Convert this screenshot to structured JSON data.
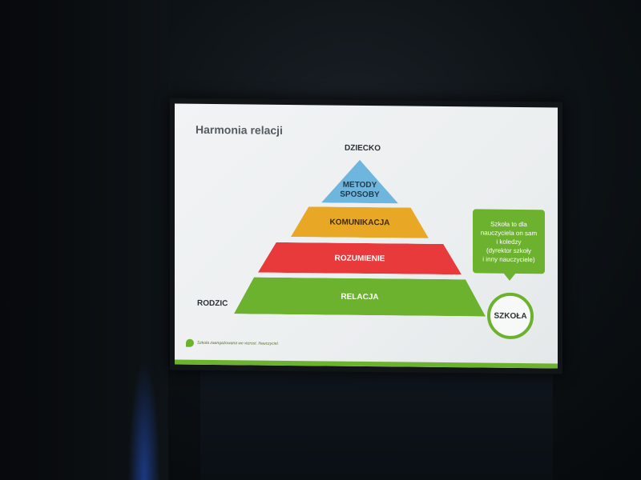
{
  "slide": {
    "title": "Harmonia relacji",
    "apex_label": "DZIECKO",
    "base_label": "RODZIC",
    "pyramid": {
      "methods_line1": "METODY",
      "methods_line2": "SPOSOBY",
      "communication": "KOMUNIKACJA",
      "understanding": "ROZUMIENIE",
      "relation": "RELACJA"
    },
    "note": {
      "lines": [
        "Szkoła to dla",
        "nauczyciela on sam",
        "i koledzy",
        "(dyrektor szkoły",
        "i inny nauczyciele)"
      ]
    },
    "school_label": "SZKOŁA",
    "footer_text": "Szkoła zaangażowana we wzrost. Nauczyciel."
  },
  "colors": {
    "methods": "#6fb6de",
    "communication": "#e8a826",
    "understanding": "#e8393b",
    "relation": "#6db22f",
    "accent_green": "#6db22f"
  },
  "icons": {
    "footer_logo": "leaf-icon"
  }
}
